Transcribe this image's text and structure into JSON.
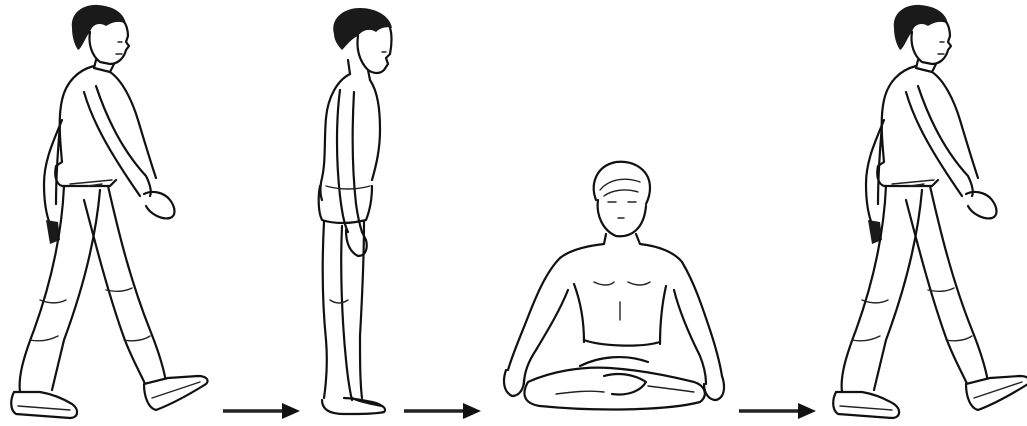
{
  "figure": {
    "stages": [
      {
        "pose": "walking",
        "icon": "walking-man-figure"
      },
      {
        "pose": "standing",
        "icon": "standing-man-figure"
      },
      {
        "pose": "seated-cross-legged",
        "icon": "seated-meditation-figure"
      },
      {
        "pose": "walking",
        "icon": "walking-man-figure"
      }
    ],
    "arrow_count": 3,
    "colors": {
      "ink": "#111111",
      "background": "#ffffff"
    }
  }
}
